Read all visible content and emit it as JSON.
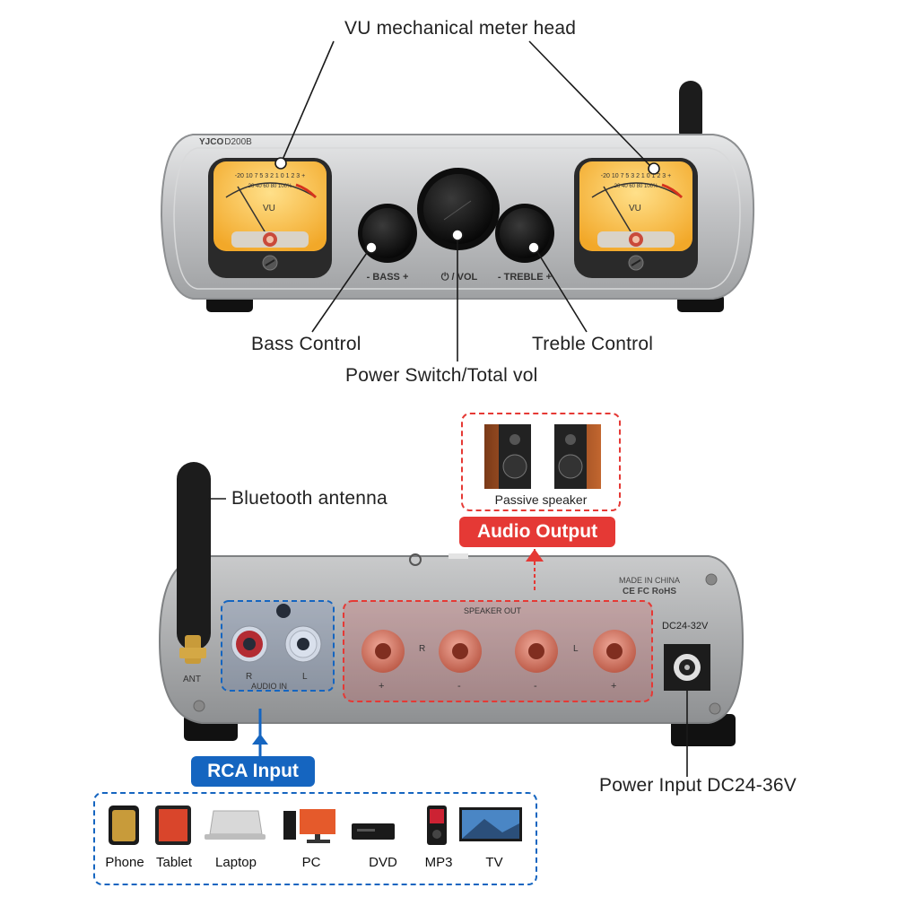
{
  "front": {
    "brand": "YJCO",
    "model": "D200B",
    "meter_text": "VU",
    "meter_scale": "-20 10 7 5 3 2 1 0 1 2 3 +",
    "meter_pct": "20 40 60 80 100%",
    "bass_panel": "- BASS +",
    "vol_panel": "⏻ / VOL",
    "treble_panel": "- TREBLE +"
  },
  "callouts": {
    "vu": "VU mechanical meter head",
    "bass": "Bass Control",
    "power": "Power Switch/Total vol",
    "treble": "Treble Control",
    "antenna": "Bluetooth antenna",
    "power_input": "Power Input DC24-36V"
  },
  "rear": {
    "ant": "ANT",
    "audio_in": "AUDIO IN",
    "r": "R",
    "l": "L",
    "speaker_out": "SPEAKER OUT",
    "made_in": "MADE IN CHINA",
    "cert": "CE FC RoHS",
    "dc_rating": "DC24-32V",
    "spk_r": "R",
    "spk_l": "L",
    "plus1": "+",
    "minus1": "-",
    "minus2": "-",
    "plus2": "+"
  },
  "speaker_box": {
    "caption": "Passive speaker"
  },
  "tags": {
    "audio_output": "Audio Output",
    "rca_input": "RCA Input"
  },
  "colors": {
    "red": "#e53935",
    "blue": "#1565c0",
    "meter": "#f7c548",
    "panel": "#a9abad"
  },
  "devices": [
    {
      "icon": "phone-icon",
      "label": "Phone"
    },
    {
      "icon": "tablet-icon",
      "label": "Tablet"
    },
    {
      "icon": "laptop-icon",
      "label": "Laptop"
    },
    {
      "icon": "pc-icon",
      "label": "PC"
    },
    {
      "icon": "dvd-icon",
      "label": "DVD"
    },
    {
      "icon": "mp3-icon",
      "label": "MP3"
    },
    {
      "icon": "tv-icon",
      "label": "TV"
    }
  ]
}
